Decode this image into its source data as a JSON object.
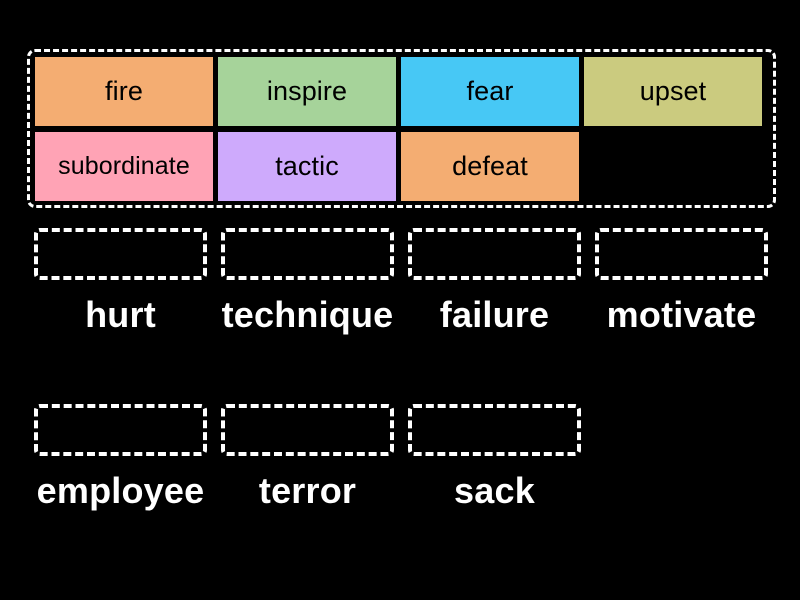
{
  "activity": {
    "type": "match-up-drag-and-drop",
    "background_color": "#000000",
    "dashed_border_color": "#ffffff"
  },
  "word_bank": {
    "rows": [
      [
        {
          "label": "fire",
          "color": "#f4ad72"
        },
        {
          "label": "inspire",
          "color": "#a6d39a"
        },
        {
          "label": "fear",
          "color": "#47c8f5"
        },
        {
          "label": "upset",
          "color": "#cbcb7f"
        }
      ],
      [
        {
          "label": "subordinate",
          "color": "#ffa3b5"
        },
        {
          "label": "tactic",
          "color": "#ceaafc"
        },
        {
          "label": "defeat",
          "color": "#f4ad72"
        },
        {
          "label": "",
          "color": "transparent"
        }
      ]
    ]
  },
  "answers": {
    "rows": [
      [
        {
          "label": "hurt",
          "dropped": ""
        },
        {
          "label": "technique",
          "dropped": ""
        },
        {
          "label": "failure",
          "dropped": ""
        },
        {
          "label": "motivate",
          "dropped": ""
        }
      ],
      [
        {
          "label": "employee",
          "dropped": ""
        },
        {
          "label": "terror",
          "dropped": ""
        },
        {
          "label": "sack",
          "dropped": ""
        }
      ]
    ]
  }
}
